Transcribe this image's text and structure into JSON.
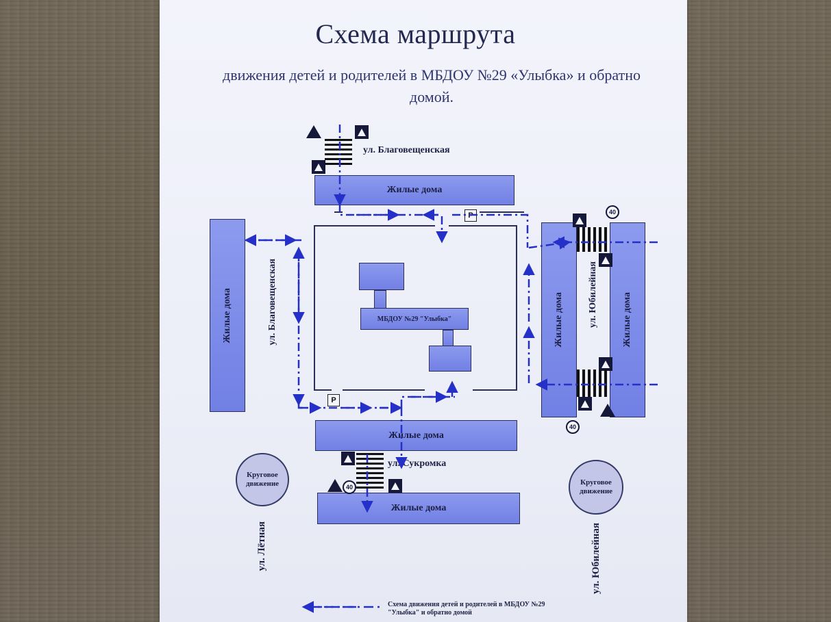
{
  "title": "Схема маршрута",
  "subtitle": "движения детей и родителей в МБДОУ №29 «Улыбка» и обратно домой.",
  "blocks": {
    "top_north": "Жилые дома",
    "west": "Жилые дома",
    "center_south": "Жилые дома",
    "bottom_south": "Жилые дома",
    "east_left": "Жилые дома",
    "east_right": "Жилые дома"
  },
  "kindergarten_label": "МБДОУ №29 \"Улыбка\"",
  "streets": {
    "blagoveshchenskaya_top": "ул. Благовещенская",
    "blagoveshchenskaya_side": "ул. Благовещенская",
    "yubileynaya_center": "ул. Юбилейная",
    "sukromka": "ул. Сукромка",
    "letnyaya": "ул. Лётная",
    "yubileynaya_bottom": "ул. Юбилейная"
  },
  "circles": {
    "left": "Круговое движение",
    "right": "Круговое движение"
  },
  "parking_label": "P",
  "speed_limit": "40",
  "legend_text": "Схема движения детей и родителей в МБДОУ №29 \"Улыбка\" и обратно домой",
  "icons": [
    "pedestrian-crossing-sign-icon",
    "children-warning-sign-icon",
    "speed-limit-icon",
    "parking-icon",
    "route-arrow-icon"
  ],
  "colors": {
    "route": "#2430c8",
    "block_fill": "#7f8ce8",
    "paper": "#eef0f9",
    "ink": "#1e2246"
  }
}
